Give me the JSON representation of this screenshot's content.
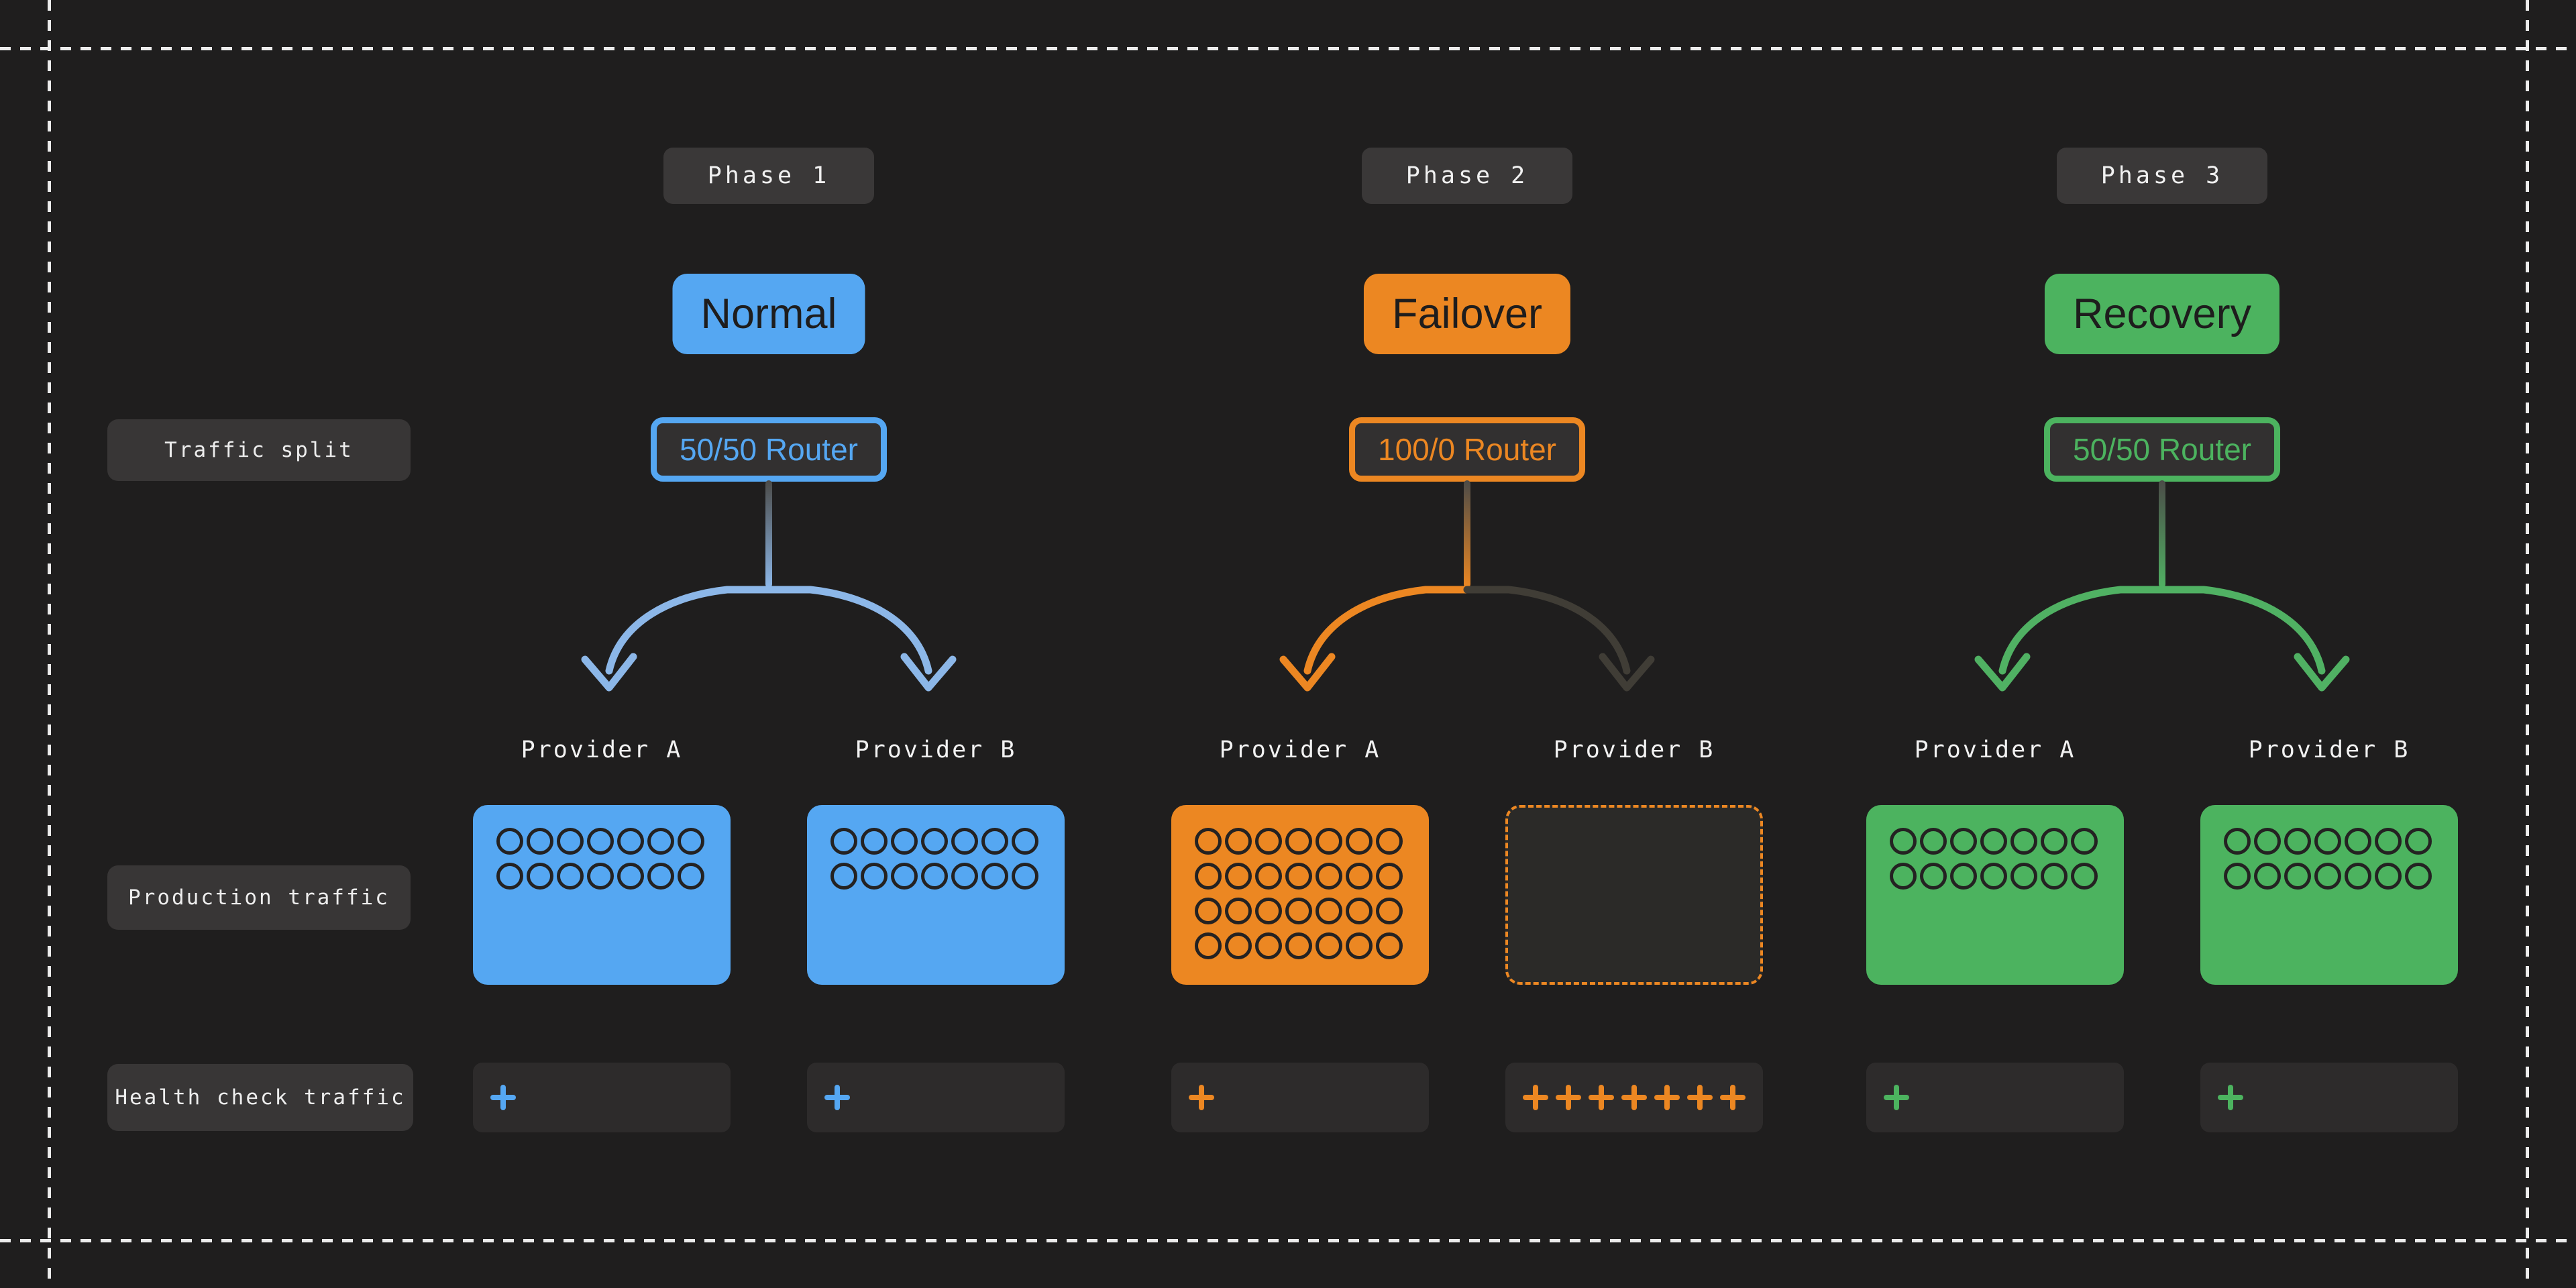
{
  "canvas": {
    "background": "#1f1e1e",
    "guide_color": "#ececec",
    "panel_color": "#383636",
    "dot_stroke_color": "#242222"
  },
  "row_labels": {
    "traffic_split": "Traffic split",
    "production_traffic": "Production traffic",
    "health_check_traffic": "Health check traffic"
  },
  "phases": [
    {
      "chip": "Phase 1",
      "title": "Normal",
      "router": "50/50 Router",
      "colors": {
        "accent": "#55a7f2",
        "arrow_left": "#8cb7e8",
        "arrow_right": "#8cb7e8"
      },
      "providers": [
        {
          "label": "Provider A",
          "variant": "active",
          "dot_rows": 2,
          "dot_cols": 7,
          "plus_count": 1,
          "plus_icon": "plus-icon"
        },
        {
          "label": "Provider B",
          "variant": "active",
          "dot_rows": 2,
          "dot_cols": 7,
          "plus_count": 1,
          "plus_icon": "plus-icon"
        }
      ]
    },
    {
      "chip": "Phase 2",
      "title": "Failover",
      "router": "100/0 Router",
      "colors": {
        "accent": "#ec8722",
        "arrow_left": "#ec8722",
        "arrow_right": "#403d36"
      },
      "providers": [
        {
          "label": "Provider A",
          "variant": "active",
          "dot_rows": 4,
          "dot_cols": 7,
          "plus_count": 1,
          "plus_icon": "plus-icon"
        },
        {
          "label": "Provider B",
          "variant": "standby",
          "dot_rows": 0,
          "dot_cols": 0,
          "plus_count": 7,
          "plus_icon": "plus-icon"
        }
      ]
    },
    {
      "chip": "Phase 3",
      "title": "Recovery",
      "router": "50/50 Router",
      "colors": {
        "accent": "#4cb35f",
        "arrow_left": "#50b163",
        "arrow_right": "#50b163"
      },
      "providers": [
        {
          "label": "Provider A",
          "variant": "active",
          "dot_rows": 2,
          "dot_cols": 7,
          "plus_count": 1,
          "plus_icon": "plus-icon"
        },
        {
          "label": "Provider B",
          "variant": "active",
          "dot_rows": 2,
          "dot_cols": 7,
          "plus_count": 1,
          "plus_icon": "plus-icon"
        }
      ]
    }
  ]
}
